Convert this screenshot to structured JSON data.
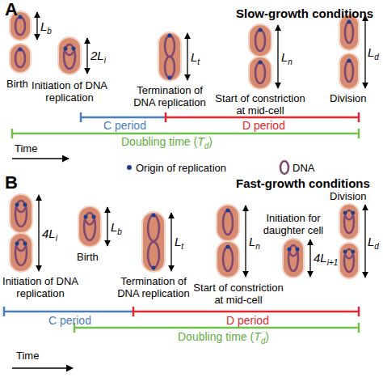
{
  "diagram": {
    "labels": [
      "A",
      "Slow-growth conditions",
      "L",
      "b",
      "Birth",
      "2L",
      "i",
      "Initiation of DNA replication",
      "L",
      "t",
      "Termination of DNA replication",
      "L",
      "n",
      "Start of constriction at mid-cell",
      "L",
      "d",
      "Division",
      "C period",
      "D period",
      "Doubling time (",
      "T",
      "d",
      ")",
      "Time",
      "B",
      "Fast-growth conditions",
      "4L",
      "i",
      "L",
      "b",
      "Initiation of DNA replication",
      "Birth",
      "Termination of DNA replication",
      "L",
      "t",
      "Start of constriction at mid-cell",
      "L",
      "n",
      "Initiation for daughter cell",
      "4L",
      "i+1",
      "Division",
      "L",
      "d",
      "C period",
      "D period",
      "Doubling time (",
      "T",
      "d",
      ")",
      "Time"
    ],
    "legend": [
      {
        "text": "Origin of replication"
      },
      {
        "text": "DNA"
      }
    ]
  }
}
